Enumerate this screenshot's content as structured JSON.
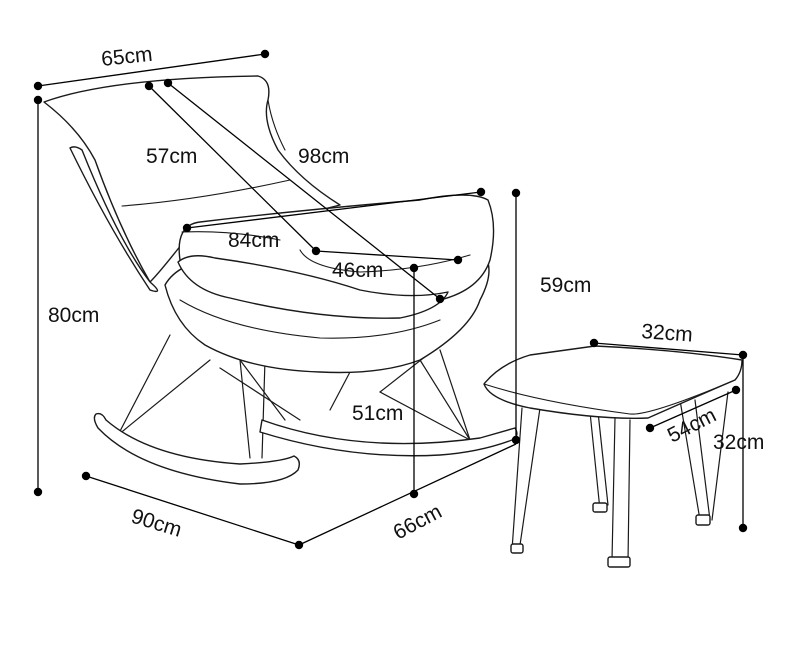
{
  "dimensions": {
    "chair_width": "65cm",
    "back_depth_57": "57cm",
    "diagonal_98": "98cm",
    "seat_width_84": "84cm",
    "seat_depth_46": "46cm",
    "total_height": "80cm",
    "seat_height": "51cm",
    "arm_height": "59cm",
    "rocker_length": "90cm",
    "base_depth": "66cm",
    "stool_width": "32cm",
    "stool_length": "54cm",
    "stool_height": "32cm"
  },
  "colors": {
    "line": "#1a1a1a",
    "background": "#ffffff"
  }
}
